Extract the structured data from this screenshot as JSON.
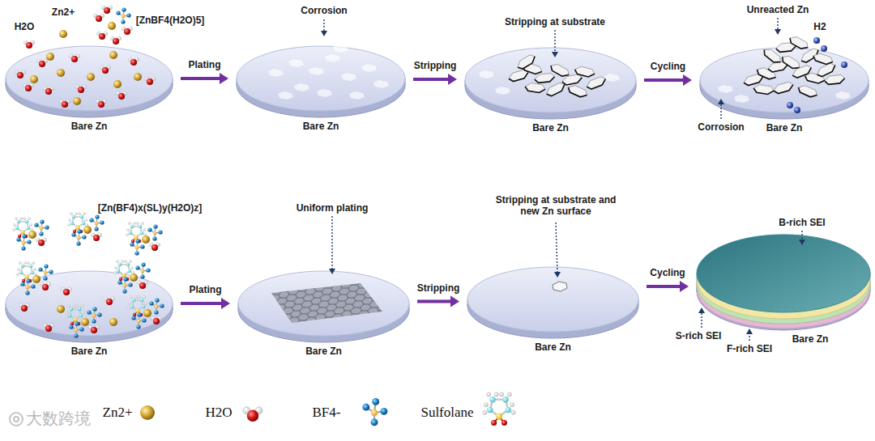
{
  "diagram": {
    "nodes": [
      {
        "text": [
          "Bare Zn"
        ]
      },
      {
        "text": [
          "Bare Zn"
        ]
      },
      {
        "text": [
          "Bare Zn"
        ]
      },
      {
        "text": [
          "Bare Zn"
        ]
      },
      {
        "text": [
          "Bare Zn"
        ]
      },
      {
        "text": [
          "Bare Zn"
        ]
      },
      {
        "text": [
          "Bare Zn"
        ]
      },
      {
        "text": [
          "Bare Zn"
        ]
      }
    ],
    "edges": [
      {
        "from": 0,
        "to": 1,
        "arrow": "to",
        "label": "Plating"
      },
      {
        "from": 1,
        "to": 2,
        "arrow": "to",
        "label": "Stripping"
      },
      {
        "from": 2,
        "to": 3,
        "arrow": "to",
        "label": "Cycling"
      },
      {
        "from": 4,
        "to": 5,
        "arrow": "to",
        "label": "Plating"
      },
      {
        "from": 5,
        "to": 6,
        "arrow": "to",
        "label": "Stripping"
      },
      {
        "from": 6,
        "to": 7,
        "arrow": "to",
        "label": "Cycling"
      }
    ],
    "labels": [
      "H2O",
      "Zn2+",
      "[ZnBF4(H2O)5]",
      "Corrosion",
      "Stripping at substrate",
      "Unreacted Zn",
      "H2",
      "Corrosion",
      "[Zn(BF4)x(SL)y(H2O)z]",
      "Uniform plating",
      "Stripping at substrate and new Zn surface",
      "B-rich SEI",
      "S-rich SEI",
      "F-rich SEI",
      "大数跨境"
    ],
    "legend": [
      {
        "text": "Zn2+"
      },
      {
        "text": "H2O"
      },
      {
        "text": "BF4-"
      },
      {
        "text": "Sulfolane"
      }
    ]
  }
}
